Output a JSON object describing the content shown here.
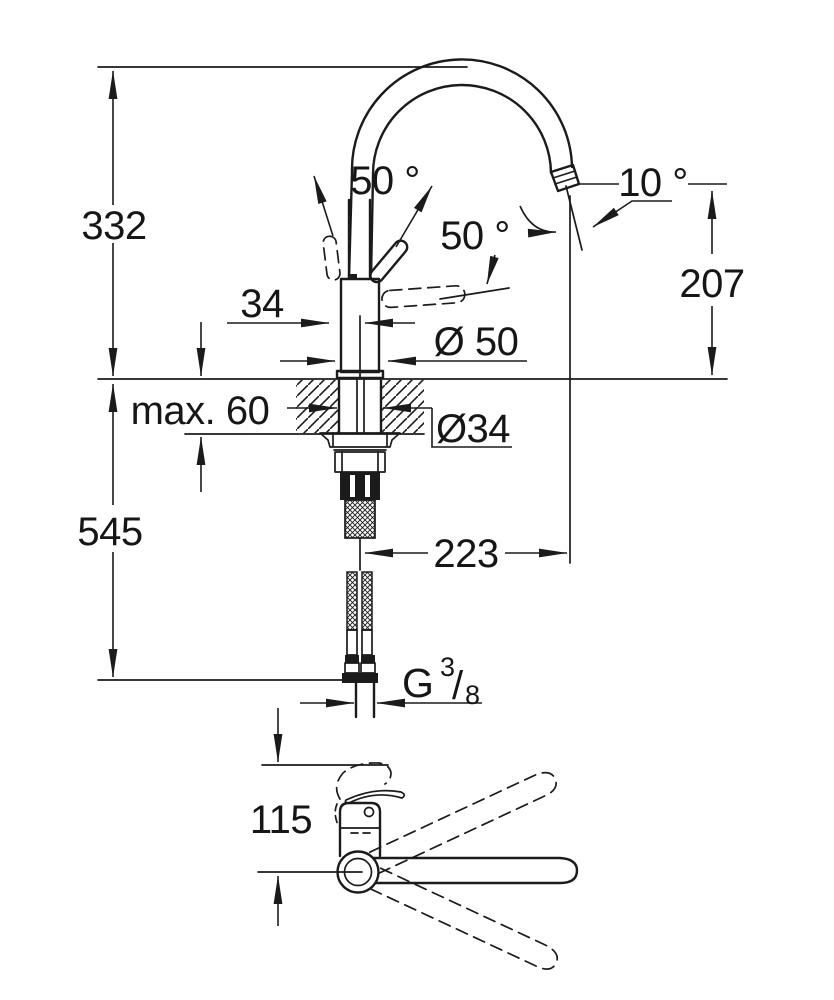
{
  "drawing": {
    "title": "single-lever-kitchen-faucet-dimensional-drawing",
    "background": "#ffffff",
    "ink_color": "#1b1b1b",
    "dims": {
      "height_above_deck": "332",
      "height_below_deck": "545",
      "cartridge_width": "34",
      "base_diameter": "Ø 50",
      "hole_diameter": "Ø34",
      "max_deck_thickness": "max. 60",
      "outlet_height": "207",
      "spout_reach": "223",
      "handle_angle_left": "50 °",
      "handle_angle_front": "50 °",
      "outlet_angle": "10 °",
      "handle_to_spout_axis": "115",
      "thread": {
        "prefix": "G",
        "sup": "3",
        "slash": "/",
        "sub": "8"
      }
    }
  }
}
